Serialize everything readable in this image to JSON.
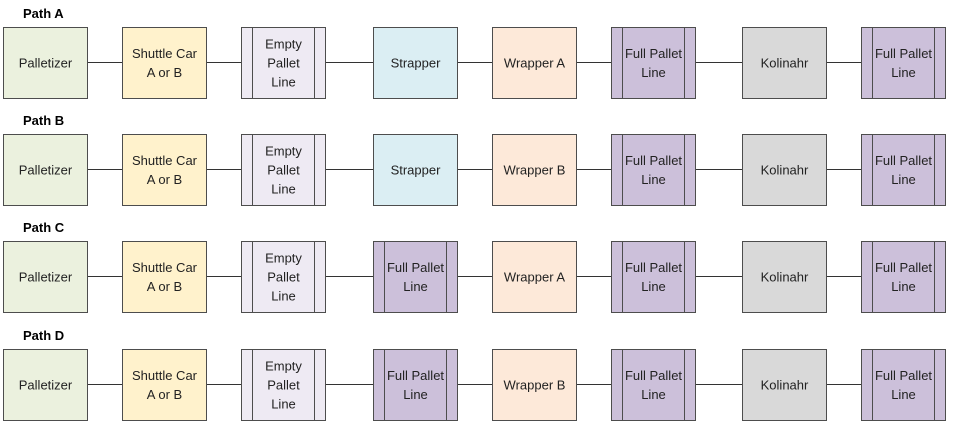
{
  "colors": {
    "palletizer": "#ebf1de",
    "shuttle": "#fff2cc",
    "empty_line": "#eeeaf3",
    "strapper": "#dbeef3",
    "wrapper": "#fde9d9",
    "full_line": "#ccc0da",
    "kolinahr": "#d9d9d9",
    "border": "#4d4d4d",
    "connector": "#333333"
  },
  "paths": [
    {
      "title": "Path A",
      "nodes": [
        {
          "lines": [
            "Palletizer"
          ],
          "kind": "palletizer"
        },
        {
          "lines": [
            "Shuttle Car",
            "A or B"
          ],
          "kind": "shuttle"
        },
        {
          "lines": [
            "Empty",
            "Pallet",
            "Line"
          ],
          "kind": "empty_line"
        },
        {
          "lines": [
            "Strapper"
          ],
          "kind": "strapper"
        },
        {
          "lines": [
            "Wrapper A"
          ],
          "kind": "wrapper"
        },
        {
          "lines": [
            "Full Pallet",
            "Line"
          ],
          "kind": "full_line"
        },
        {
          "lines": [
            "Kolinahr"
          ],
          "kind": "kolinahr"
        },
        {
          "lines": [
            "Full Pallet",
            "Line"
          ],
          "kind": "full_line"
        }
      ]
    },
    {
      "title": "Path B",
      "nodes": [
        {
          "lines": [
            "Palletizer"
          ],
          "kind": "palletizer"
        },
        {
          "lines": [
            "Shuttle Car",
            "A or B"
          ],
          "kind": "shuttle"
        },
        {
          "lines": [
            "Empty",
            "Pallet",
            "Line"
          ],
          "kind": "empty_line"
        },
        {
          "lines": [
            "Strapper"
          ],
          "kind": "strapper"
        },
        {
          "lines": [
            "Wrapper B"
          ],
          "kind": "wrapper"
        },
        {
          "lines": [
            "Full Pallet",
            "Line"
          ],
          "kind": "full_line"
        },
        {
          "lines": [
            "Kolinahr"
          ],
          "kind": "kolinahr"
        },
        {
          "lines": [
            "Full Pallet",
            "Line"
          ],
          "kind": "full_line"
        }
      ]
    },
    {
      "title": "Path C",
      "nodes": [
        {
          "lines": [
            "Palletizer"
          ],
          "kind": "palletizer"
        },
        {
          "lines": [
            "Shuttle Car",
            "A or B"
          ],
          "kind": "shuttle"
        },
        {
          "lines": [
            "Empty",
            "Pallet",
            "Line"
          ],
          "kind": "empty_line"
        },
        {
          "lines": [
            "Full Pallet",
            "Line"
          ],
          "kind": "full_line"
        },
        {
          "lines": [
            "Wrapper A"
          ],
          "kind": "wrapper"
        },
        {
          "lines": [
            "Full Pallet",
            "Line"
          ],
          "kind": "full_line"
        },
        {
          "lines": [
            "Kolinahr"
          ],
          "kind": "kolinahr"
        },
        {
          "lines": [
            "Full Pallet",
            "Line"
          ],
          "kind": "full_line"
        }
      ]
    },
    {
      "title": "Path D",
      "nodes": [
        {
          "lines": [
            "Palletizer"
          ],
          "kind": "palletizer"
        },
        {
          "lines": [
            "Shuttle Car",
            "A or B"
          ],
          "kind": "shuttle"
        },
        {
          "lines": [
            "Empty",
            "Pallet",
            "Line"
          ],
          "kind": "empty_line"
        },
        {
          "lines": [
            "Full Pallet",
            "Line"
          ],
          "kind": "full_line"
        },
        {
          "lines": [
            "Wrapper B"
          ],
          "kind": "wrapper"
        },
        {
          "lines": [
            "Full Pallet",
            "Line"
          ],
          "kind": "full_line"
        },
        {
          "lines": [
            "Kolinahr"
          ],
          "kind": "kolinahr"
        },
        {
          "lines": [
            "Full Pallet",
            "Line"
          ],
          "kind": "full_line"
        }
      ]
    }
  ]
}
